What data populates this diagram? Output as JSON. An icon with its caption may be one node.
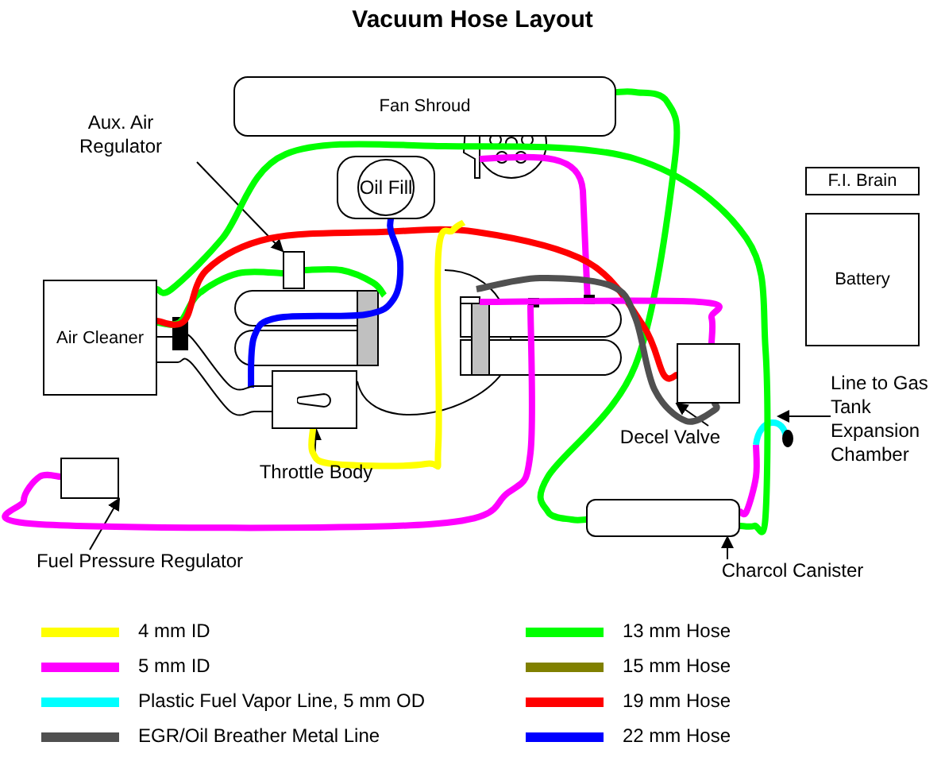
{
  "diagram": {
    "title": "Vacuum Hose Layout",
    "nodes": [
      {
        "text": [
          "Fan Shroud"
        ]
      },
      {
        "text": [
          "Oil Fill"
        ]
      },
      {
        "text": [
          "F.I. Brain"
        ]
      },
      {
        "text": [
          "Air Cleaner"
        ]
      },
      {
        "text": [
          "Battery"
        ]
      },
      {
        "text": [
          "Aux. Air Regulator"
        ]
      },
      {
        "text": [],
        "shape": "box"
      },
      {
        "text": [
          "Throttle Body"
        ]
      },
      {
        "text": [],
        "shape": "box"
      },
      {
        "text": [
          "Decel Valve"
        ]
      },
      {
        "text": [],
        "shape": "box"
      },
      {
        "text": [
          "Line to Gas Tank Expansion Chamber"
        ]
      },
      {
        "text": [
          "Charcol Canister"
        ]
      },
      {
        "text": [],
        "shape": "cylinder"
      },
      {
        "text": [
          "Fuel Pressure Regulator"
        ]
      },
      {
        "text": [],
        "shape": "box"
      }
    ],
    "edges": [
      {
        "from": 5,
        "to": 6,
        "arrow": "to"
      },
      {
        "from": 7,
        "to": 8,
        "arrow": "to"
      },
      {
        "from": 9,
        "to": 10,
        "arrow": "to"
      },
      {
        "from": 11,
        "to": null,
        "arrow": "to"
      },
      {
        "from": 12,
        "to": 13,
        "arrow": "to"
      },
      {
        "from": 14,
        "to": 15,
        "arrow": "to"
      },
      {
        "from": 0,
        "to": 13,
        "arrow": "none",
        "color": "#00ff00"
      },
      {
        "from": 3,
        "to": 13,
        "arrow": "none",
        "color": "#00ff00"
      },
      {
        "from": 3,
        "to": 6,
        "arrow": "none",
        "color": "#00ff00"
      },
      {
        "from": 6,
        "to": null,
        "arrow": "none",
        "color": "#00ff00"
      },
      {
        "from": 3,
        "to": 10,
        "arrow": "none",
        "color": "#ff0000"
      },
      {
        "from": 1,
        "to": null,
        "arrow": "none",
        "color": "#0000ff"
      },
      {
        "from": 8,
        "to": null,
        "arrow": "none",
        "color": "#ffff00"
      },
      {
        "from": 15,
        "to": null,
        "arrow": "none",
        "color": "#ff00ff"
      },
      {
        "from": null,
        "to": 10,
        "arrow": "none",
        "color": "#ff00ff"
      },
      {
        "from": 13,
        "to": null,
        "arrow": "none",
        "color": "#ff00ff"
      },
      {
        "from": null,
        "to": 10,
        "arrow": "none",
        "color": "#505050"
      },
      {
        "from": 3,
        "to": 8,
        "arrow": "none"
      }
    ],
    "legend": [
      {
        "text": "4 mm ID",
        "color": "#ffff00"
      },
      {
        "text": "5 mm ID",
        "color": "#ff00ff"
      },
      {
        "text": "Plastic Fuel Vapor Line, 5 mm OD",
        "color": "#00ffff"
      },
      {
        "text": "EGR/Oil Breather Metal Line",
        "color": "#505050"
      },
      {
        "text": "13 mm Hose",
        "color": "#00ff00"
      },
      {
        "text": "15 mm Hose",
        "color": "#808000"
      },
      {
        "text": "19 mm Hose",
        "color": "#ff0000"
      },
      {
        "text": "22 mm Hose",
        "color": "#0000ff"
      }
    ]
  }
}
